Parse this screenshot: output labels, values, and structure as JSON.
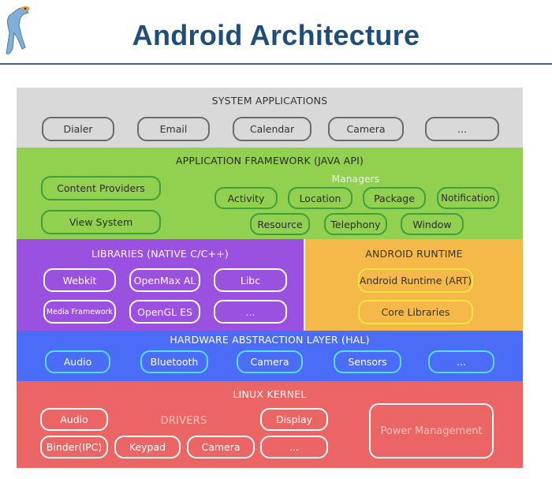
{
  "title": "Android Architecture",
  "system_applications": {
    "header": "SYSTEM APPLICATIONS",
    "items": [
      "Dialer",
      "Email",
      "Calendar",
      "Camera",
      "..."
    ]
  },
  "application_framework": {
    "header": "APPLICATION FRAMEWORK (JAVA API)",
    "left_items": [
      "Content Providers",
      "View System"
    ],
    "managers_label": "Managers",
    "managers": [
      "Activity",
      "Location",
      "Package",
      "Notification",
      "Resource",
      "Telephony",
      "Window"
    ]
  },
  "libraries": {
    "header": "LIBRARIES (NATIVE C/C++)",
    "items": [
      "Webkit",
      "OpenMax AL",
      "Libc",
      "Media Framework",
      "OpenGL ES",
      "..."
    ]
  },
  "android_runtime": {
    "header": "ANDROID RUNTIME",
    "items": [
      "Android Runtime (ART)",
      "Core Libraries"
    ]
  },
  "hal": {
    "header": "HARDWARE ABSTRACTION LAYER (HAL)",
    "items": [
      "Audio",
      "Bluetooth",
      "Camera",
      "Sensors",
      "..."
    ]
  },
  "linux_kernel": {
    "header": "LINUX KERNEL",
    "drivers_label": "DRIVERS",
    "drivers": [
      "Audio",
      "Display",
      "Binder(IPC)",
      "Keypad",
      "Camera",
      "..."
    ],
    "power_management": "Power Management"
  },
  "colors": {
    "title": "#1f4e79",
    "system_applications": "#d9d9d9",
    "application_framework": "#92d050",
    "libraries": "#9b51e0",
    "android_runtime": "#f5b94a",
    "hal": "#4a6cf7",
    "linux_kernel": "#eb6565"
  }
}
